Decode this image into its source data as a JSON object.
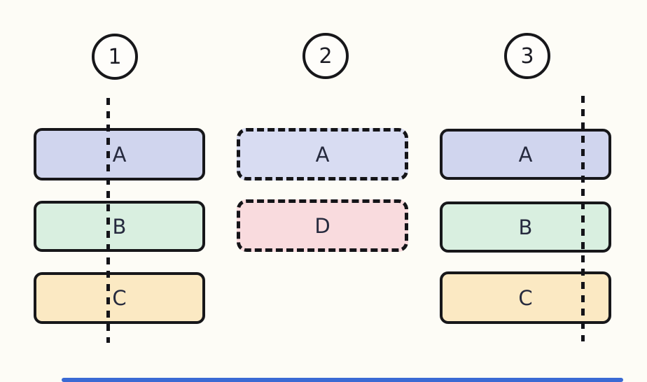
{
  "canvas": {
    "background_color": "#fdfcf6",
    "ink_color": "#17171a"
  },
  "columns": [
    {
      "badge": "1",
      "cut_line": "center",
      "boxes": [
        {
          "label": "A",
          "fill": "#d0d5ee",
          "border_style": "solid"
        },
        {
          "label": "B",
          "fill": "#d9efe0",
          "border_style": "solid"
        },
        {
          "label": "C",
          "fill": "#fbe9c3",
          "border_style": "solid"
        }
      ]
    },
    {
      "badge": "2",
      "cut_line": "none",
      "boxes": [
        {
          "label": "A",
          "fill": "#d8dcf2",
          "border_style": "dashed"
        },
        {
          "label": "D",
          "fill": "#f9dbde",
          "border_style": "dashed"
        }
      ]
    },
    {
      "badge": "3",
      "cut_line": "right",
      "boxes": [
        {
          "label": "A",
          "fill": "#d0d5ee",
          "border_style": "solid"
        },
        {
          "label": "B",
          "fill": "#d9efe0",
          "border_style": "solid"
        },
        {
          "label": "C",
          "fill": "#fbe9c3",
          "border_style": "solid"
        }
      ]
    }
  ],
  "bottom_bar": {
    "color": "#3a6ad4"
  }
}
